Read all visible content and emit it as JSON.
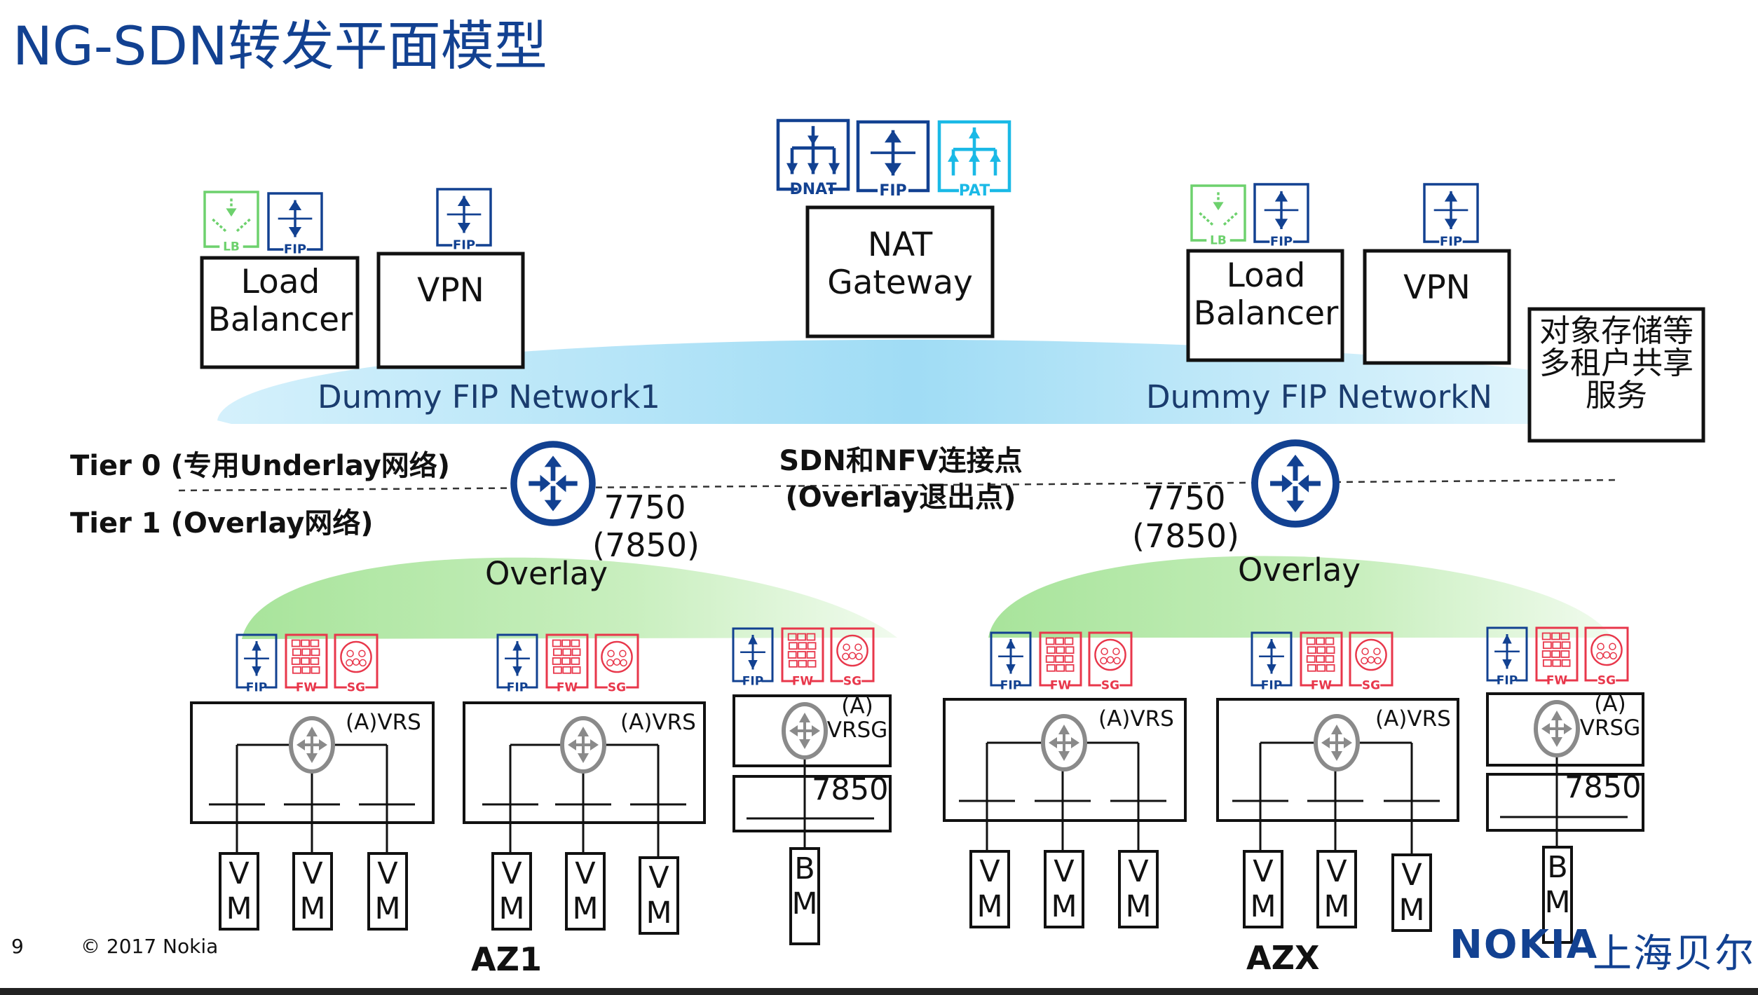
{
  "title": "NG-SDN转发平面模型",
  "top_services": {
    "left": {
      "load_balancer": "Load\nBalancer",
      "vpn": "VPN"
    },
    "nat_gateway": "NAT\nGateway",
    "right": {
      "load_balancer": "Load\nBalancer",
      "vpn": "VPN"
    },
    "storage": "对象存储等\n多租户共享\n服务"
  },
  "icon_labels": {
    "lb": "LB",
    "fip": "FIP",
    "dnat": "DNAT",
    "pat": "PAT",
    "fw": "FW",
    "sg": "SG"
  },
  "networks": {
    "left": "Dummy FIP Network1",
    "right": "Dummy FIP NetworkN"
  },
  "tiers": {
    "tier0": "Tier 0 (专用Underlay网络)",
    "tier1": "Tier 1 (Overlay网络)"
  },
  "sdn_point": "SDN和NFV连接点\n(Overlay退出点)",
  "routers": {
    "left": "7750\n(7850)",
    "right": "7750\n(7850)"
  },
  "overlay_label": "Overlay",
  "vrs_label": "(A)VRS",
  "vrsg_label": "(A)\nVRSG",
  "gateway_7850": "7850",
  "vm_label": "V\nM",
  "bm_label": "B\nM",
  "zones": {
    "az1": "AZ1",
    "azx": "AZX"
  },
  "footer": {
    "page": "9",
    "copyright": "© 2017 Nokia",
    "brand": "NOKIA",
    "brand_cn": "上海贝尔"
  },
  "colors": {
    "nokia_blue": "#124191",
    "fw_red": "#e8374b",
    "lb_green": "#6dd16d",
    "pat_cyan": "#1ab9e6",
    "net_cloud": "#bfe8f8",
    "overlay_cloud": "#bfe9b4",
    "router_grey": "#8a8a8a"
  }
}
